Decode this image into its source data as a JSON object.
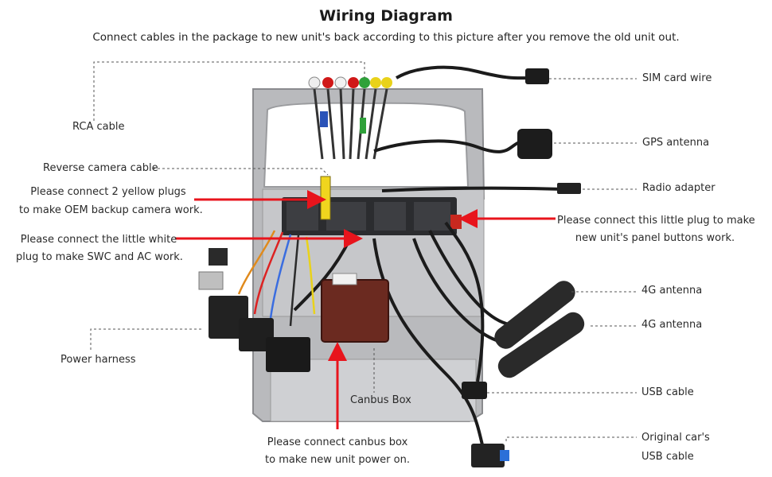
{
  "title": "Wiring Diagram",
  "subtitle": "Connect cables in the package to new unit's back according to this picture after you remove the old unit out.",
  "colors": {
    "arrow": "#e8141c",
    "leader": "#555555",
    "text": "#2a2a2a"
  },
  "labels": {
    "rca_cable": "RCA cable",
    "reverse_camera_cable": "Reverse camera cable",
    "yellow_plugs_1": "Please connect 2 yellow plugs",
    "yellow_plugs_2": "to make OEM backup camera work.",
    "white_plug_1": "Please connect the little white",
    "white_plug_2": "plug to make SWC and AC work.",
    "power_harness": "Power harness",
    "sim_card_wire": "SIM card wire",
    "gps_antenna": "GPS antenna",
    "radio_adapter": "Radio adapter",
    "panel_plug_1": "Please connect this little plug to make",
    "panel_plug_2": "new unit's panel buttons work.",
    "antenna_4g_1": "4G antenna",
    "antenna_4g_2": "4G antenna",
    "usb_cable": "USB cable",
    "original_usb_1": "Original car's",
    "original_usb_2": "USB cable",
    "canbus_box": "Canbus Box",
    "canbus_note_1": "Please connect canbus box",
    "canbus_note_2": "to make new unit power on."
  }
}
